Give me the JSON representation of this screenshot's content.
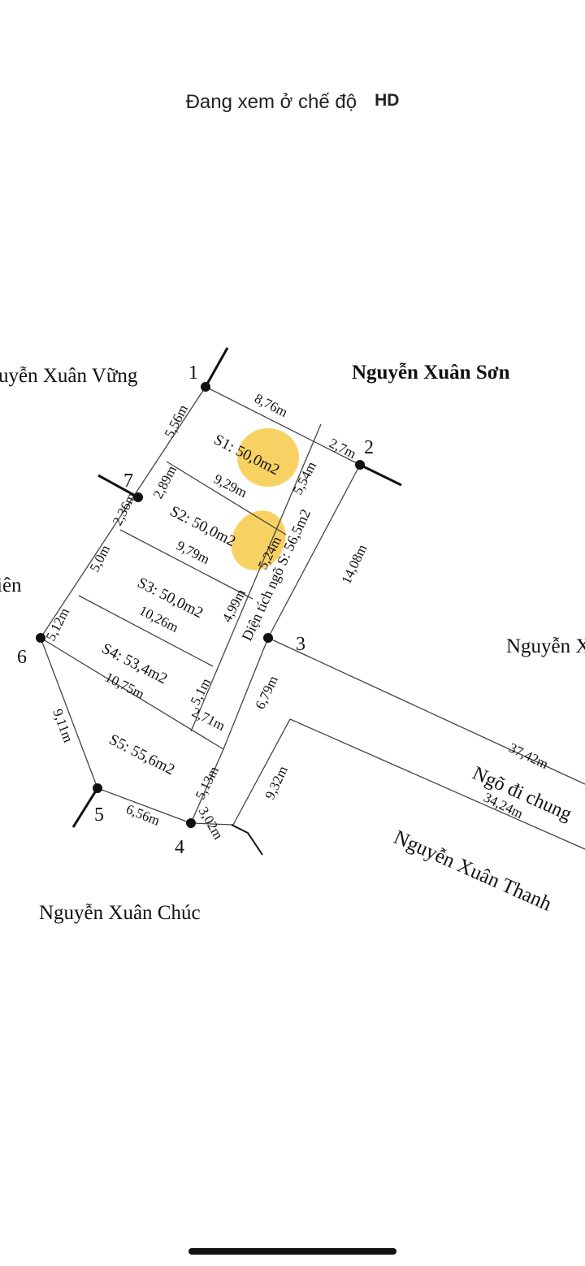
{
  "header": {
    "viewing_text": "Đang xem ở chế độ",
    "quality_badge": "HD"
  },
  "highlight_color": "#f7c948",
  "points": [
    "1",
    "2",
    "3",
    "4",
    "5",
    "6",
    "7"
  ],
  "neighbors": {
    "top_left": "uyễn Xuân Vững",
    "top_right": "Nguyễn Xuân Sơn",
    "left": "iên",
    "right": "Nguyễn X",
    "bottom_left": "Nguyễn Xuân Chúc",
    "bottom_right": "Nguyễn Xuân Thanh"
  },
  "lots": [
    {
      "label": "S1: 50,0m2"
    },
    {
      "label": "S2: 50,0m2"
    },
    {
      "label": "S3: 50,0m2"
    },
    {
      "label": "S4: 53,4m2"
    },
    {
      "label": "S5: 55,6m2"
    }
  ],
  "lane_area": "Diện tích ngõ S: 56,5m2",
  "shared_lane": "Ngõ đi chung",
  "dimensions": {
    "d_1_top": "8,76m",
    "d_2_short": "2,7m",
    "d_left_s1": "5,56m",
    "d_right_s1": "5,54m",
    "d_s1s2": "9,29m",
    "d_left_7": "2,89m",
    "d_left_236": "2,36m",
    "d_right_s2": "5,24m",
    "d_s2s3": "9,79m",
    "d_left_s3": "5,0m",
    "d_right_s3": "4,99m",
    "d_s3s4": "10,26m",
    "d_left_s4": "5,12m",
    "d_right_s4": "5,1m",
    "d_s4s5": "10,75m",
    "d_271": "2,71m",
    "d_right_s5": "5,13m",
    "d_6_5": "9,11m",
    "d_5_4": "6,56m",
    "d_4_302": "3,02m",
    "d_2_3": "14,08m",
    "d_3_down": "6,79m",
    "d_932": "9,32m",
    "d_lane_top": "37,42m",
    "d_lane_bottom": "34,24m"
  }
}
